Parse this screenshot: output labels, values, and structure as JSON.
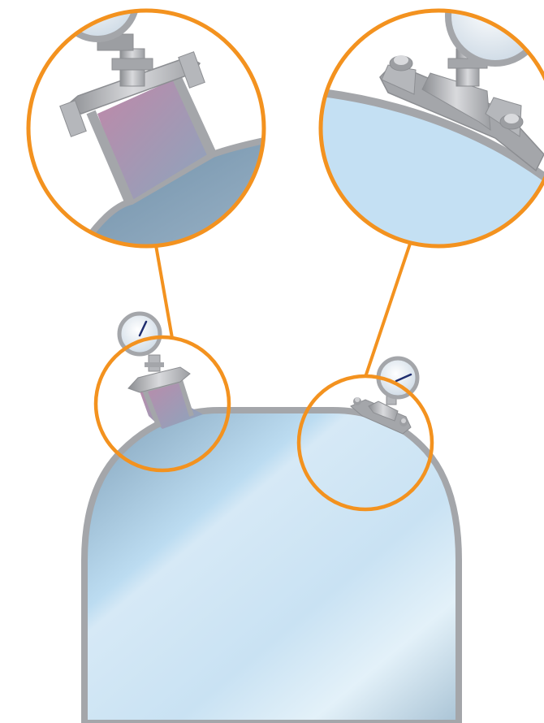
{
  "diagram": {
    "subject": "",
    "callouts": [
      {
        "id": "left-nozzle-detail",
        "kind": "angled nozzle with gauge"
      },
      {
        "id": "right-flange-detail",
        "kind": "bolted flange with gauge"
      }
    ]
  },
  "colors": {
    "callout_ring": "#f3921f",
    "tank_outline": "#a4a6aa",
    "tank_fill_light": "#e8f3fa",
    "tank_fill_mid": "#bcdcf1",
    "tank_fill_dark": "#7f9fb7",
    "metal_light": "#d9dadd",
    "metal_dark": "#8c8e92",
    "nozzle_fill": "#b68aa6",
    "gauge_face": "#eef3f8",
    "gauge_needle": "#1f2d6e"
  },
  "icons": {
    "gauge": "pressure-gauge-icon",
    "bolt": "bolt-icon"
  }
}
